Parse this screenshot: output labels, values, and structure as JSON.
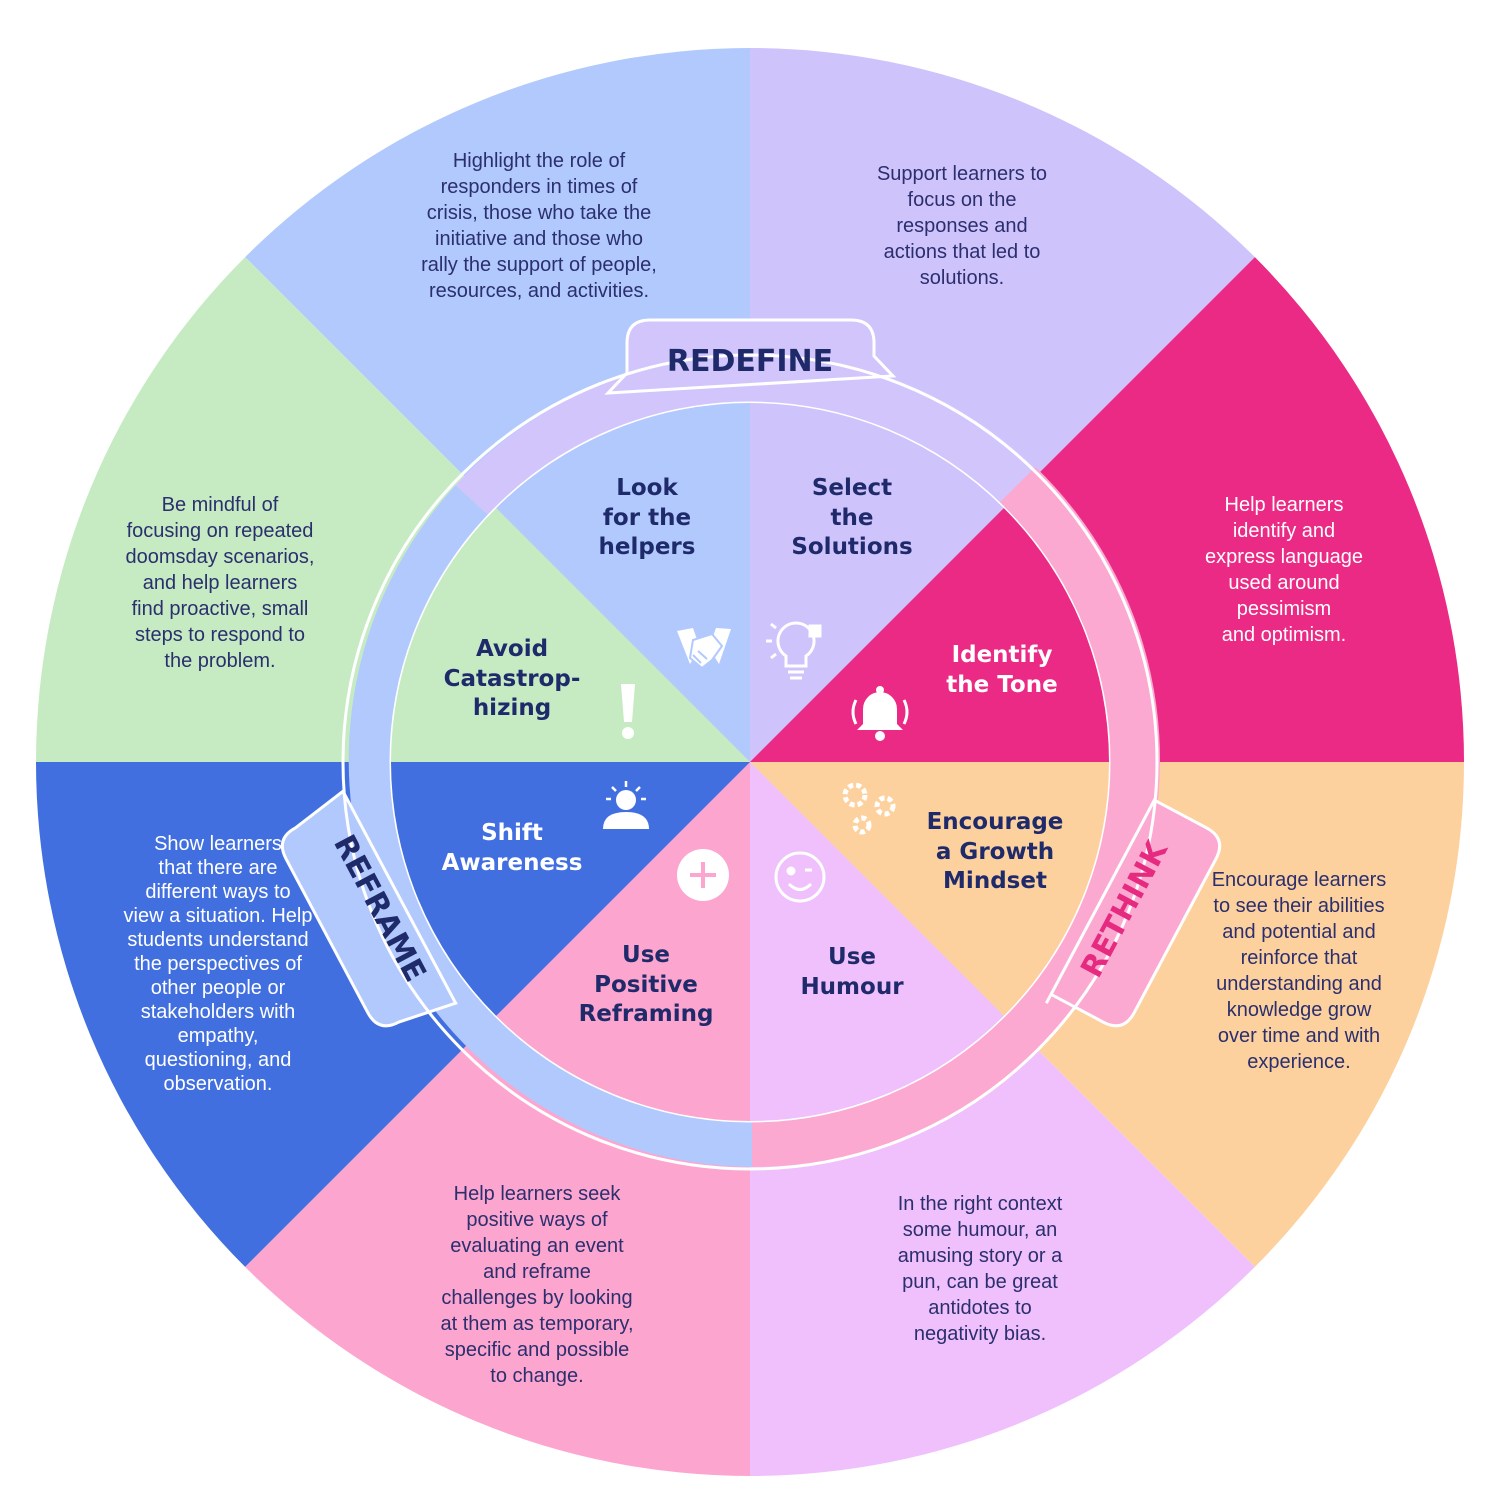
{
  "band_labels": {
    "redefine": "REDEFINE",
    "reframe": "REFRAME",
    "rethink": "RETHINK"
  },
  "segments": [
    {
      "key": "helpers",
      "title": "Look\nfor the\nhelpers",
      "description": "Highlight the role of\nresponders in times of\ncrisis, those who take the\ninitiative and those who\nrally the support of people,\nresources, and activities.",
      "icon": "handshake-icon",
      "outer_color": "#b1c9fc",
      "inner_color": "#b1c9fc"
    },
    {
      "key": "solutions",
      "title": "Select\nthe\nSolutions",
      "description": "Support learners to\nfocus on the\nresponses and\nactions that led to\nsolutions.",
      "icon": "lightbulb-puzzle-icon",
      "outer_color": "#cfc3fc",
      "inner_color": "#cfc3fc"
    },
    {
      "key": "tone",
      "title": "Identify\nthe Tone",
      "description": "Help learners\nidentify and\nexpress language\nused around\npessimism\nand optimism.",
      "icon": "bell-icon",
      "outer_color": "#eb2a85",
      "inner_color": "#eb2a85"
    },
    {
      "key": "growth",
      "title": "Encourage\na Growth\nMindset",
      "description": "Encourage learners\nto see their abilities\nand potential and\nreinforce that\nunderstanding and\nknowledge grow\nover time and with\nexperience.",
      "icon": "gears-icon",
      "outer_color": "#fdd19e",
      "inner_color": "#fdd19e"
    },
    {
      "key": "humour",
      "title": "Use\nHumour",
      "description": "In the right context\nsome humour, an\namusing story or a\npun, can be great\nantidotes to\nnegativity bias.",
      "icon": "wink-face-icon",
      "outer_color": "#efc0fb",
      "inner_color": "#efc0fb"
    },
    {
      "key": "positive",
      "title": "Use\nPositive\nReframing",
      "description": "Help learners seek\npositive ways of\nevaluating an event\nand reframe\nchallenges by looking\nat them as temporary,\nspecific and possible\nto change.",
      "icon": "plus-circle-icon",
      "outer_color": "#fca5cf",
      "inner_color": "#fca5cf"
    },
    {
      "key": "awareness",
      "title": "Shift\nAwareness",
      "description": "Show learners\nthat there are\ndifferent ways to\nview a situation. Help\nstudents understand\nthe perspectives of\nother people or\nstakeholders with\nempathy,\nquestioning, and\nobservation.",
      "icon": "person-bright-icon",
      "outer_color": "#426fe0",
      "inner_color": "#426fe0"
    },
    {
      "key": "catastrophizing",
      "title": "Avoid\nCatastrop-\nhizing",
      "description": "Be mindful of\nfocusing on repeated\ndoomsday scenarios,\nand help learners\nfind proactive, small\nsteps to respond to\nthe problem.",
      "icon": "exclamation-icon",
      "outer_color": "#c6ebc3",
      "inner_color": "#c6ebc3"
    }
  ],
  "colors": {
    "redefine_band": "#d2c5fc",
    "reframe_band": "#b1c9fc",
    "rethink_band": "#fca9d2",
    "redefine_text": "#1f2a6b",
    "reframe_text": "#1f2a6b",
    "rethink_text": "#e62a80",
    "outer_text": "#2b2f6e",
    "inner_text": "#1f2a6b"
  }
}
